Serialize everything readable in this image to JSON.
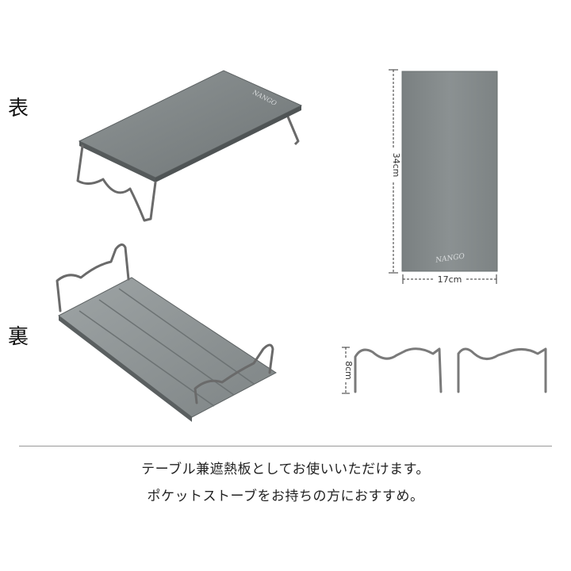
{
  "labels": {
    "front": "表",
    "back": "裏"
  },
  "dimensions": {
    "height": "34cm",
    "width": "17cm",
    "leg_height": "8cm"
  },
  "brand": {
    "name": "NANGO"
  },
  "caption": {
    "line1": "テーブル兼遮熱板としてお使いいただけます。",
    "line2": "ポケットストーブをお持ちの方におすすめ。"
  },
  "colors": {
    "plate": "#7d8384",
    "plate_light": "#9aa0a1",
    "wire": "#6a6a6a",
    "text": "#222222"
  }
}
